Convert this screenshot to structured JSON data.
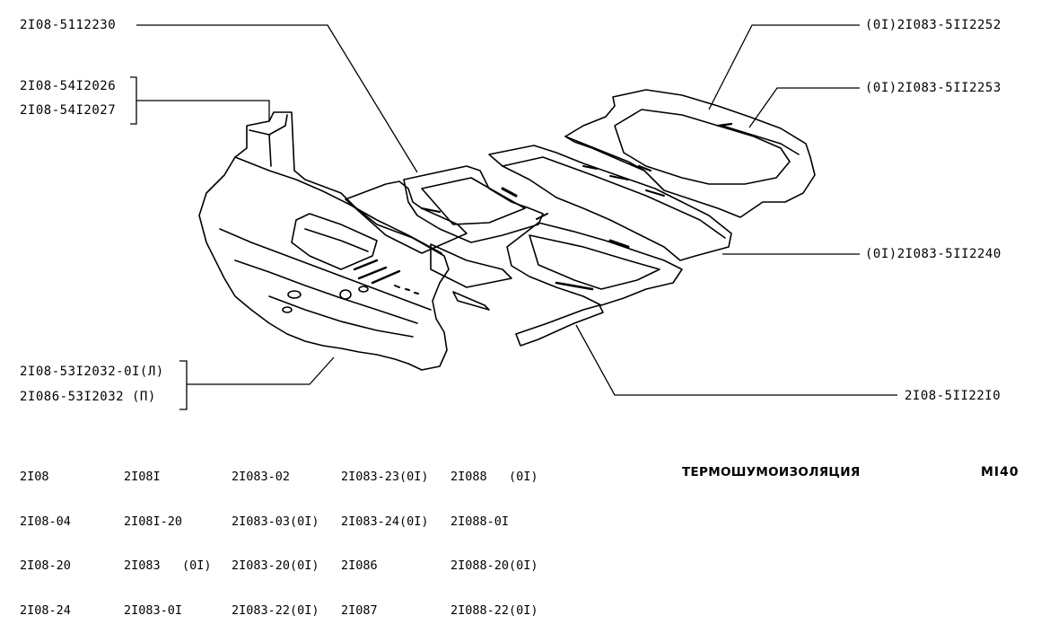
{
  "callouts": {
    "c_2108_5112230": "2I08-5112230",
    "c_2108_5412026": "2I08-54I2026",
    "c_2108_5412027": "2I08-54I2027",
    "c_01_21083_5112252": "(0I)2I083-5II2252",
    "c_01_21083_5112253": "(0I)2I083-5II2253",
    "c_01_21083_5112240": "(0I)2I083-5II2240",
    "c_2108_5312032_01": "2I08-53I2032-0I(Л)",
    "c_21086_5312032": "2I086-53I2032  (П)",
    "c_2108_5112210": "2I08-5II22I0"
  },
  "models": [
    [
      "2I08",
      "2I08-04",
      "2I08-20",
      "2I08-24"
    ],
    [
      "2I08I",
      "2I08I-20",
      "2I083   (0I)",
      "2I083-0I"
    ],
    [
      "2I083-02",
      "2I083-03(0I)",
      "2I083-20(0I)",
      "2I083-22(0I)"
    ],
    [
      "2I083-23(0I)",
      "2I083-24(0I)",
      "2I086",
      "2I087"
    ],
    [
      "2I088   (0I)",
      "2I088-0I",
      "2I088-20(0I)",
      "2I088-22(0I)"
    ]
  ],
  "title": "ТЕРМОШУМОИЗОЛЯЦИЯ",
  "page_code": "MI40"
}
